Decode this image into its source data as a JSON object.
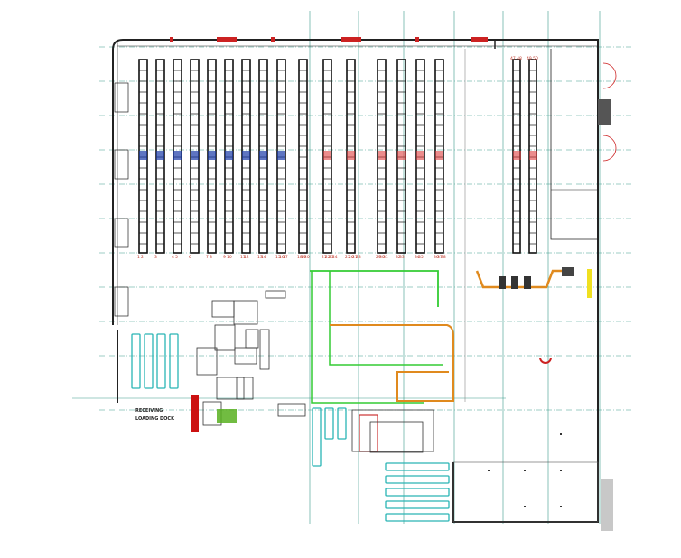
{
  "diagram": {
    "receiving_dock_label": "RECEIVING",
    "loading_dock_label": "LOADING DOCK",
    "aisle_numbers": [
      "1",
      "2",
      "3",
      "4",
      "5",
      "6",
      "7",
      "8",
      "9",
      "10",
      "11",
      "12",
      "13",
      "14",
      "15",
      "16",
      "17",
      "18",
      "19",
      "20",
      "21",
      "22",
      "23",
      "24",
      "25",
      "26",
      "27",
      "28",
      "29",
      "30",
      "31",
      "32",
      "33",
      "34",
      "35",
      "36",
      "37",
      "38"
    ],
    "right_aisle_labels": [
      "47 48",
      "49 50"
    ],
    "colors": {
      "grid_line": "#3a9a8a",
      "wall": "#222222",
      "rack": "#111111",
      "door": "#cc2222",
      "conveyor_green": "#33cc33",
      "conveyor_orange": "#e08a1e",
      "truck": "#2ab5b5",
      "highlight_yellow": "#f0e020",
      "gray_block": "#c8c8c8",
      "blue_marker": "#1a3aa8"
    }
  }
}
